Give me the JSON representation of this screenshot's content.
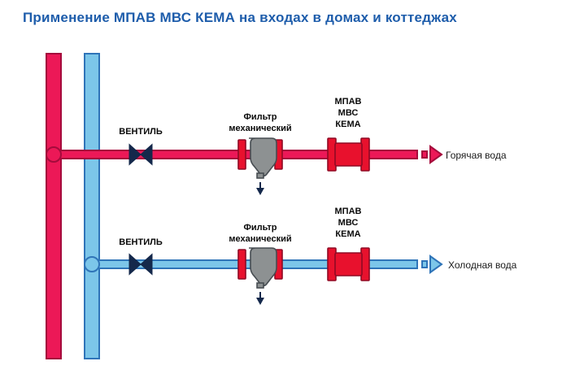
{
  "title": "Применение МПАВ МВС КЕМА на входах в домах и коттеджах",
  "colors": {
    "title_blue": "#1e5dab",
    "hot_pipe_red": "#ec1857",
    "hot_pipe_red_dark": "#a50b3c",
    "cold_pipe_blue": "#7cc6e9",
    "cold_pipe_blue_dark": "#2f74b8",
    "device_red": "#e8112d",
    "filter_gray": "#8d9192",
    "valve_navy": "#14284b",
    "background": "#ffffff"
  },
  "hot_line": {
    "valve_label": "ВЕНТИЛЬ",
    "filter_label_line1": "Фильтр",
    "filter_label_line2": "механический",
    "device_label_line1": "МПАВ",
    "device_label_line2": "МВС",
    "device_label_line3": "КЕМА",
    "output_label": "Горячая вода"
  },
  "cold_line": {
    "valve_label": "ВЕНТИЛЬ",
    "filter_label_line1": "Фильтр",
    "filter_label_line2": "механический",
    "device_label_line1": "МПАВ",
    "device_label_line2": "МВС",
    "device_label_line3": "КЕМА",
    "output_label": "Холодная вода"
  }
}
